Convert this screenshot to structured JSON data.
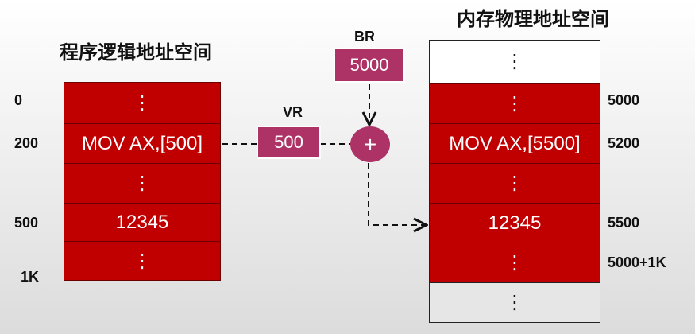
{
  "logical": {
    "title": "程序逻辑地址空间",
    "rows": [
      "⋮",
      "MOV AX,[500]",
      "⋮",
      "12345",
      "⋮"
    ],
    "addresses": [
      "0",
      "200",
      "500",
      "1K"
    ]
  },
  "physical": {
    "title": "内存物理地址空间",
    "rows": [
      "⋮",
      "⋮",
      "MOV AX,[5500]",
      "⋮",
      "12345",
      "⋮",
      "⋮"
    ],
    "addresses": [
      "5000",
      "5200",
      "5500",
      "5000+1K"
    ]
  },
  "br": {
    "label": "BR",
    "value": "5000"
  },
  "vr": {
    "label": "VR",
    "value": "500"
  },
  "adder": "+",
  "colors": {
    "cell": "#c00000",
    "register": "#ad3366"
  }
}
